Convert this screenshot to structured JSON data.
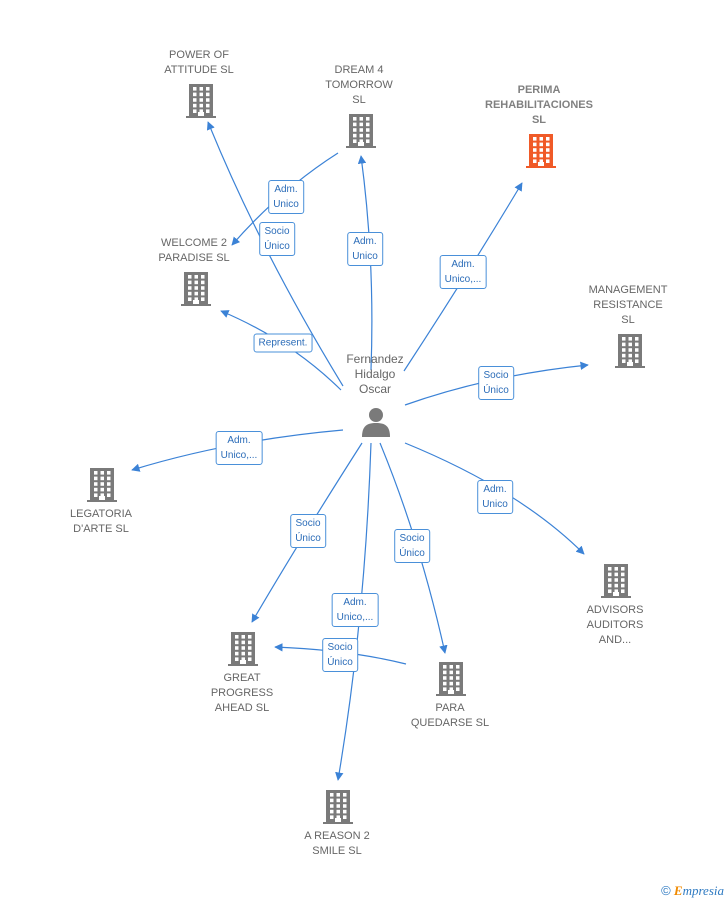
{
  "center": {
    "label": "Fernandez\nHidalgo\nOscar"
  },
  "colors": {
    "edge": "#3b82d6",
    "building": "#7a7a7a",
    "highlight": "#f05a28"
  },
  "nodes": [
    {
      "id": "power",
      "label": "POWER OF\nATTITUDE  SL",
      "highlight": false
    },
    {
      "id": "dream",
      "label": "DREAM 4\nTOMORROW\nSL",
      "highlight": false
    },
    {
      "id": "perima",
      "label": "PERIMA\nREHABILITACIONES\nSL",
      "highlight": true
    },
    {
      "id": "welcome",
      "label": "WELCOME 2\nPARADISE  SL",
      "highlight": false
    },
    {
      "id": "management",
      "label": "MANAGEMENT\nRESISTANCE\nSL",
      "highlight": false
    },
    {
      "id": "legatoria",
      "label": "LEGATORIA\nD'ARTE  SL",
      "highlight": false
    },
    {
      "id": "advisors",
      "label": "ADVISORS\nAUDITORS\nAND...",
      "highlight": false
    },
    {
      "id": "great",
      "label": "GREAT\nPROGRESS\nAHEAD  SL",
      "highlight": false
    },
    {
      "id": "para",
      "label": "PARA\nQUEDARSE  SL",
      "highlight": false
    },
    {
      "id": "reason",
      "label": "A REASON 2\nSMILE  SL",
      "highlight": false
    }
  ],
  "edges": [
    {
      "id": "e-dream-welcome",
      "label": "Adm.\nUnico"
    },
    {
      "id": "e-power",
      "label": "Socio\nÚnico"
    },
    {
      "id": "e-dream",
      "label": "Adm.\nUnico"
    },
    {
      "id": "e-perima",
      "label": "Adm.\nUnico,..."
    },
    {
      "id": "e-welcome",
      "label": "Represent."
    },
    {
      "id": "e-management",
      "label": "Socio\nÚnico"
    },
    {
      "id": "e-legatoria",
      "label": "Adm.\nUnico,..."
    },
    {
      "id": "e-advisors",
      "label": "Adm.\nUnico"
    },
    {
      "id": "e-great",
      "label": "Socio\nÚnico"
    },
    {
      "id": "e-para",
      "label": "Socio\nÚnico"
    },
    {
      "id": "e-reason",
      "label": "Adm.\nUnico,..."
    },
    {
      "id": "e-para-great",
      "label": "Socio\nÚnico"
    }
  ],
  "watermark": {
    "copyright": "©",
    "brand_initial": "E",
    "brand_rest": "mpresia"
  }
}
